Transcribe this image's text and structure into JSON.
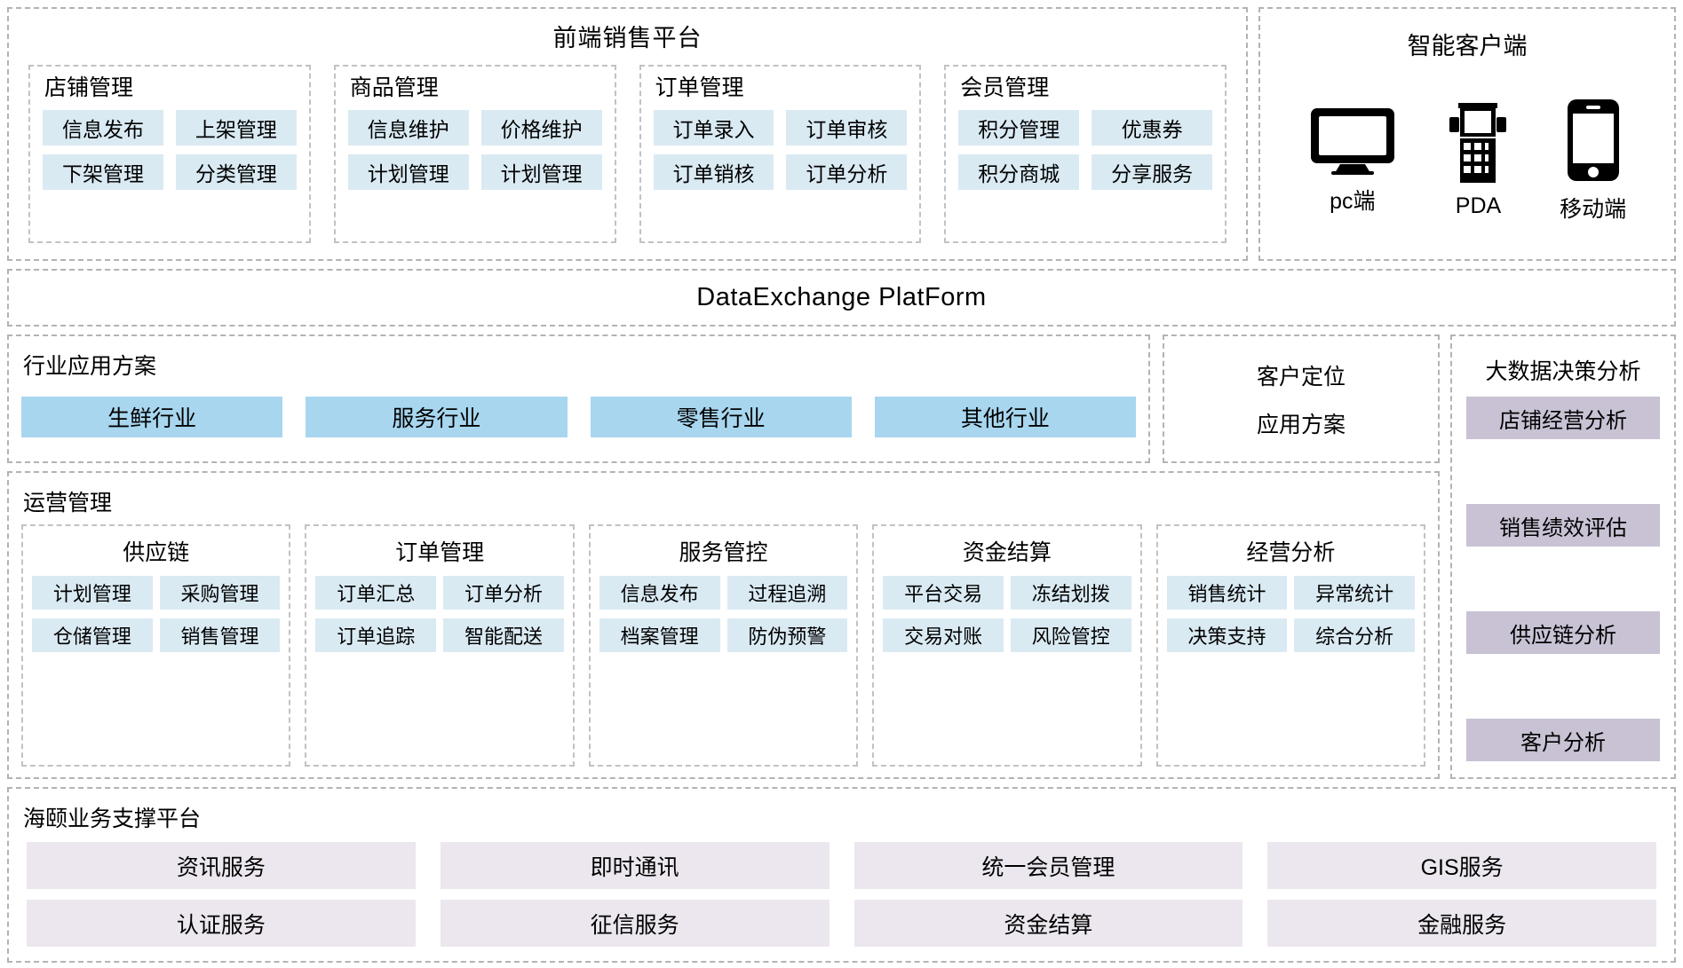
{
  "frontend": {
    "title": "前端销售平台",
    "groups": [
      {
        "title": "店铺管理",
        "items": [
          "信息发布",
          "上架管理",
          "下架管理",
          "分类管理"
        ]
      },
      {
        "title": "商品管理",
        "items": [
          "信息维护",
          "价格维护",
          "计划管理",
          "计划管理"
        ]
      },
      {
        "title": "订单管理",
        "items": [
          "订单录入",
          "订单审核",
          "订单销核",
          "订单分析"
        ]
      },
      {
        "title": "会员管理",
        "items": [
          "积分管理",
          "优惠券",
          "积分商城",
          "分享服务"
        ]
      }
    ]
  },
  "client": {
    "title": "智能客户端",
    "devices": [
      {
        "icon": "monitor-icon",
        "label": "pc端"
      },
      {
        "icon": "pda-icon",
        "label": "PDA"
      },
      {
        "icon": "mobile-icon",
        "label": "移动端"
      }
    ]
  },
  "data_exchange": {
    "title": "DataExchange  PlatForm"
  },
  "industry": {
    "title": "行业应用方案",
    "tags": [
      "生鲜行业",
      "服务行业",
      "零售行业",
      "其他行业"
    ]
  },
  "customer_locate": {
    "line1": "客户定位",
    "line2": "应用方案"
  },
  "operations": {
    "title": "运营管理",
    "groups": [
      {
        "title": "供应链",
        "items": [
          "计划管理",
          "采购管理",
          "仓储管理",
          "销售管理"
        ]
      },
      {
        "title": "订单管理",
        "items": [
          "订单汇总",
          "订单分析",
          "订单追踪",
          "智能配送"
        ]
      },
      {
        "title": "服务管控",
        "items": [
          "信息发布",
          "过程追溯",
          "档案管理",
          "防伪预警"
        ]
      },
      {
        "title": "资金结算",
        "items": [
          "平台交易",
          "冻结划拨",
          "交易对账",
          "风险管控"
        ]
      },
      {
        "title": "经营分析",
        "items": [
          "销售统计",
          "异常统计",
          "决策支持",
          "综合分析"
        ]
      }
    ]
  },
  "bigdata": {
    "title": "大数据决策分析",
    "items": [
      "店铺经营分析",
      "销售绩效评估",
      "供应链分析",
      "客户分析"
    ]
  },
  "support": {
    "title": "海颐业务支撑平台",
    "items": [
      "资讯服务",
      "即时通讯",
      "统一会员管理",
      "GIS服务",
      "认证服务",
      "征信服务",
      "资金结算",
      "金融服务"
    ]
  },
  "colors": {
    "cell_blue": "#daeaf3",
    "tag_blue": "#a8d6ef",
    "cell_purple": "#c8c2d4",
    "cell_lilac": "#ece7ee",
    "border_dashed": "#b3b3b3"
  }
}
